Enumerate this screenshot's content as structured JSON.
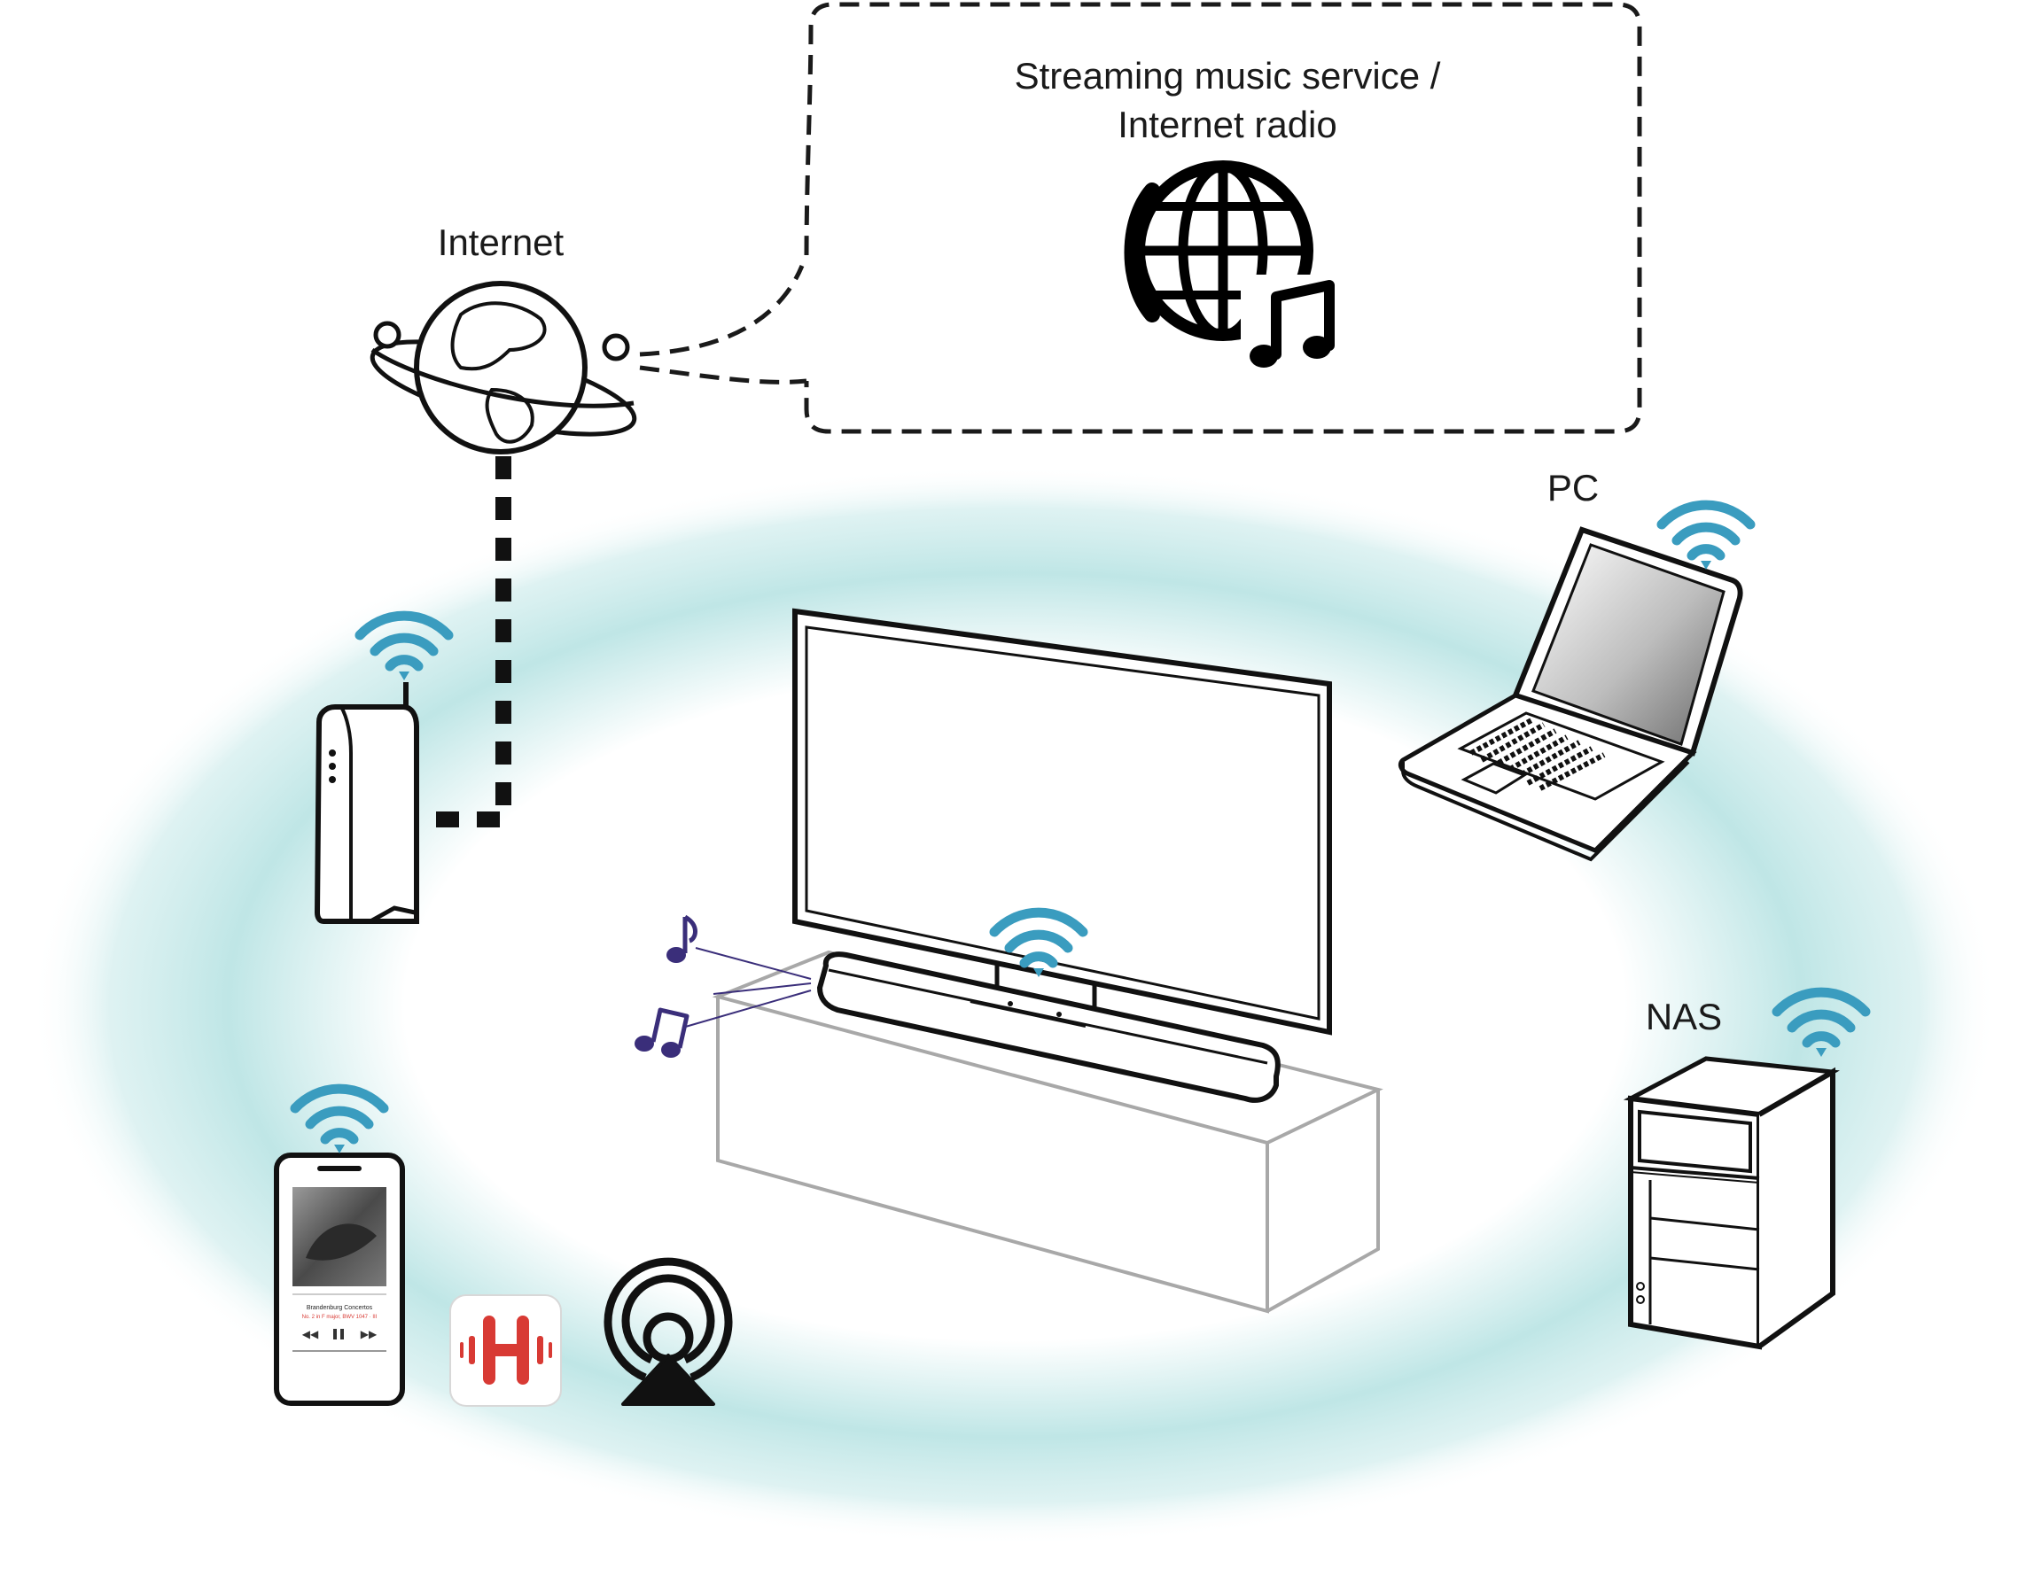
{
  "labels": {
    "internet": "Internet",
    "streaming_line1": "Streaming music service /",
    "streaming_line2": "Internet radio",
    "pc": "PC",
    "nas": "NAS"
  },
  "phone_screen": {
    "track_title": "Brandenburg Concertos",
    "track_subtitle": "No. 2 in F major, BWV 1047 · III"
  },
  "colors": {
    "wifi": "#3a9cbf",
    "glow": "#bfe6e6",
    "note": "#3a2e7a",
    "app_red": "#d83a34",
    "outline": "#1a1a1a",
    "cabinet": "#a8a8a8"
  },
  "icons": {
    "cloud_service": "globe-music-icon",
    "internet": "planet-globe-icon",
    "router": "wireless-router-icon",
    "pc": "laptop-icon",
    "nas": "nas-tower-icon",
    "phone": "smartphone-icon",
    "app": "heos-app-icon",
    "airplay": "airplay-icon",
    "soundbar": "soundbar-icon",
    "tv": "tv-icon",
    "wifi": "wifi-icon"
  }
}
